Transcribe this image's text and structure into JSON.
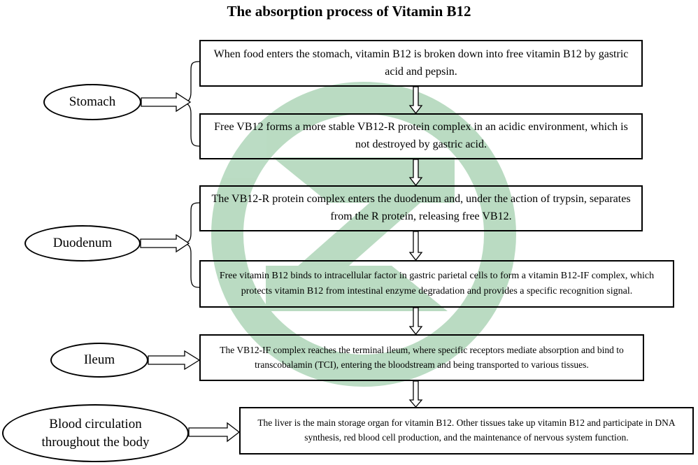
{
  "diagram": {
    "title": "The absorption process of Vitamin B12",
    "stages": [
      {
        "label": "Stomach"
      },
      {
        "label": "Duodenum"
      },
      {
        "label": "Ileum"
      },
      {
        "label": "Blood circulation throughout the body"
      }
    ],
    "steps": [
      {
        "text": "When food enters the stomach, vitamin B12 is broken down into free vitamin B12 by gastric acid and pepsin."
      },
      {
        "text": "Free VB12 forms a more stable VB12-R protein complex in an acidic environment, which is not destroyed by gastric acid."
      },
      {
        "text": "The VB12-R protein complex enters the duodenum and, under the action of trypsin, separates from the R protein, releasing free VB12."
      },
      {
        "text": "Free vitamin B12 binds to intracellular factor in gastric parietal cells to form a vitamin B12-IF complex, which protects vitamin B12 from intestinal enzyme degradation and provides a specific recognition signal."
      },
      {
        "text": "The VB12-IF complex reaches the terminal ileum, where specific receptors mediate absorption and bind to transcobalamin (TCI), entering the bloodstream and being transported to various tissues."
      },
      {
        "text": "The liver is the main storage organ for vitamin B12. Other tissues take up vitamin B12 and participate in DNA synthesis, red blood cell production, and the maintenance of nervous system function."
      }
    ],
    "colors": {
      "line": "#000000",
      "watermark": "#1e8c3a"
    }
  }
}
